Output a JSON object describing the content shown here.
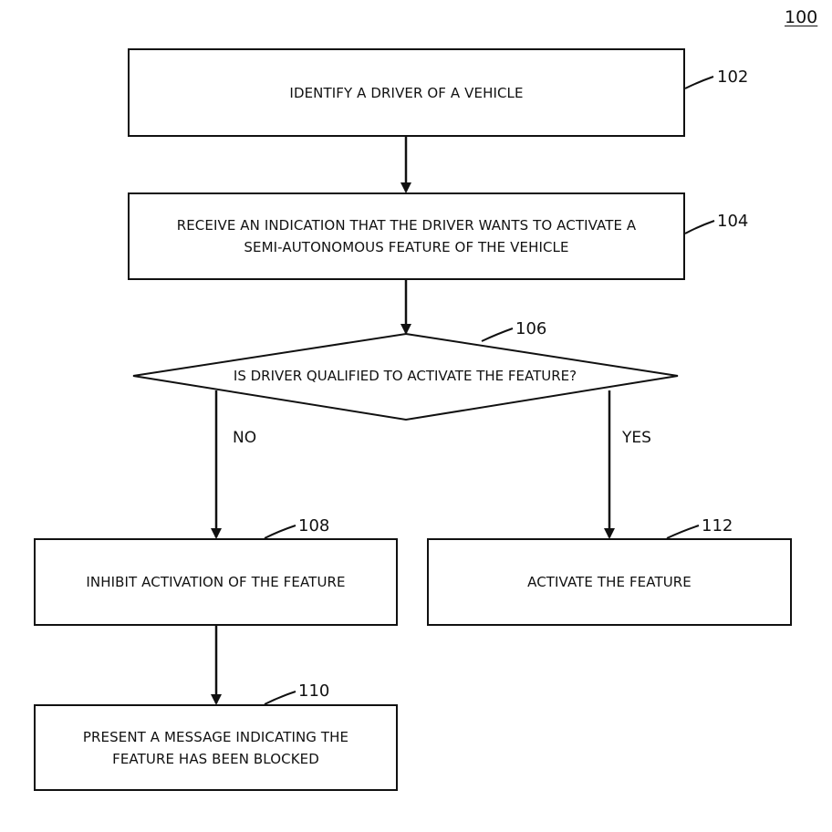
{
  "figure_number": "100",
  "steps": {
    "identify_driver": {
      "ref": "102",
      "lines": [
        "IDENTIFY A DRIVER OF A VEHICLE"
      ]
    },
    "receive_indication": {
      "ref": "104",
      "lines": [
        "RECEIVE AN INDICATION THAT THE DRIVER WANTS TO ACTIVATE A",
        "SEMI-AUTONOMOUS FEATURE OF THE VEHICLE"
      ]
    },
    "inhibit_activation": {
      "ref": "108",
      "lines": [
        "INHIBIT ACTIVATION OF THE FEATURE"
      ]
    },
    "present_message": {
      "ref": "110",
      "lines": [
        "PRESENT A MESSAGE INDICATING THE",
        "FEATURE HAS BEEN BLOCKED"
      ]
    },
    "activate_feature": {
      "ref": "112",
      "lines": [
        "ACTIVATE THE FEATURE"
      ]
    }
  },
  "decision": {
    "ref": "106",
    "question": "IS DRIVER QUALIFIED TO ACTIVATE THE FEATURE?",
    "no_label": "NO",
    "yes_label": "YES"
  },
  "colors": {
    "stroke": "#111111",
    "background": "#ffffff"
  }
}
